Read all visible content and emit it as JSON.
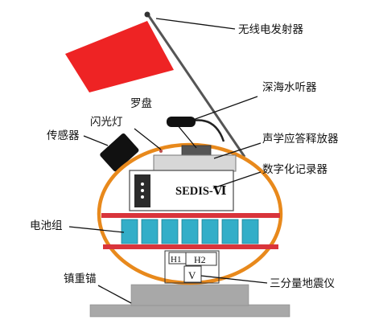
{
  "labels": {
    "radio_transmitter": "无线电发射器",
    "deep_sea_hydrophone": "深海水听器",
    "compass": "罗盘",
    "flashlight": "闪光灯",
    "sensor": "传感器",
    "acoustic_release": "声学应答释放器",
    "digital_recorder": "数字化记录器",
    "battery_pack": "电池组",
    "anchor_weight": "镇重锚",
    "three_component_seismometer": "三分量地震仪"
  },
  "recorder_model": "SEDIS-Ⅵ",
  "seismometer_components": {
    "h1": "H1",
    "h2": "H2",
    "v": "V"
  },
  "colors": {
    "flag": "#ee2324",
    "sphere_outline": "#e8891c",
    "battery": "#33aec8",
    "separator": "#d9343b",
    "base": "#a8a8a8"
  }
}
